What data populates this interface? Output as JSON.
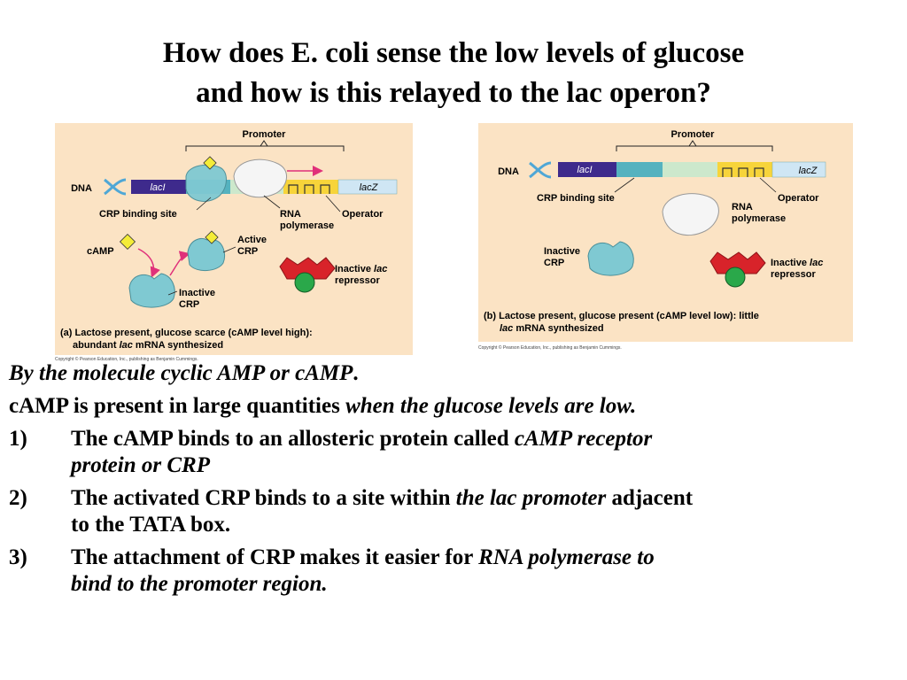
{
  "slide": {
    "title_line1": "How does E. coli sense the low levels of glucose",
    "title_line2": "and how is this relayed to the lac operon?"
  },
  "figure_a": {
    "promoter": "Promoter",
    "dna": "DNA",
    "lacI": "lacI",
    "lacZ": "lacZ",
    "crp_site": "CRP binding site",
    "rna_pol_1": "RNA",
    "rna_pol_2": "polymerase",
    "operator": "Operator",
    "camp": "cAMP",
    "active_crp_1": "Active",
    "active_crp_2": "CRP",
    "inactive_crp_1": "Inactive",
    "inactive_crp_2": "CRP",
    "inactive_rep_1": "Inactive",
    "inactive_rep_lac": "lac",
    "inactive_rep_2": "repressor",
    "caption_1": "(a) Lactose present, glucose scarce (cAMP level high):",
    "caption_2a": "abundant ",
    "caption_2b": "lac",
    "caption_2c": " mRNA synthesized",
    "copyright": "Copyright © Pearson Education, Inc., publishing as Benjamin Cummings."
  },
  "figure_b": {
    "promoter": "Promoter",
    "dna": "DNA",
    "lacI": "lacI",
    "lacZ": "lacZ",
    "crp_site": "CRP binding site",
    "operator": "Operator",
    "rna_pol_1": "RNA",
    "rna_pol_2": "polymerase",
    "inactive_crp_1": "Inactive",
    "inactive_crp_2": "CRP",
    "inactive_rep_1": "Inactive",
    "inactive_rep_lac": "lac",
    "inactive_rep_2": "repressor",
    "caption_1": "(b) Lactose present, glucose present (cAMP level low): little",
    "caption_2a": "lac",
    "caption_2b": " mRNA synthesized",
    "copyright": "Copyright © Pearson Education, Inc., publishing as Benjamin Cummings."
  },
  "text": {
    "line1_italic": "By the molecule cyclic AMP or cAMP",
    "line1_end": ".",
    "line2_a": "cAMP is present in large quantities ",
    "line2_b": "when the glucose levels are low.",
    "item1_num": "1)",
    "item1_a": "The cAMP binds to an allosteric protein called ",
    "item1_b": "cAMP receptor",
    "item1_c": "protein or CRP",
    "item2_num": "2)",
    "item2_a": "The activated CRP binds to a site within ",
    "item2_b": "the lac promoter",
    "item2_c": " adjacent",
    "item2_d": "to the TATA box.",
    "item3_num": "3)",
    "item3_a": "The attachment of CRP makes it easier for ",
    "item3_b": "RNA polymerase to",
    "item3_c": "bind to the promoter region."
  },
  "colors": {
    "panel_bg": "#fbe3c4",
    "lacI": "#3e2a8c",
    "crp_site": "#55b2bf",
    "promoter_mid": "#cce8cc",
    "operator": "#f7d43a",
    "lacZ": "#cfe6f4",
    "crp_protein": "#7fc9d2",
    "camp": "#f4ec38",
    "repressor": "#d8232a",
    "inducer": "#2aa84a",
    "arrow": "#e0307a"
  }
}
